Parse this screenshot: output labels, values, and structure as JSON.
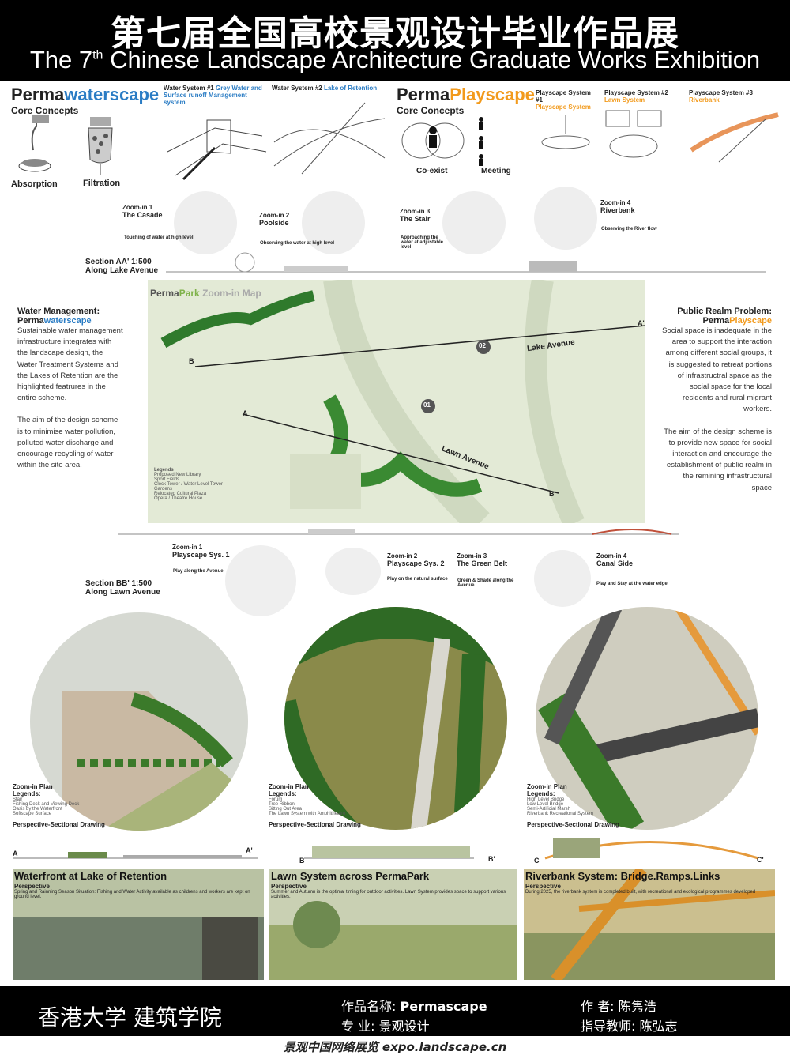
{
  "header": {
    "title_zh": "第七届全国高校景观设计毕业作品展",
    "title_en_pre": "The 7",
    "title_en_sup": "th",
    "title_en_post": " Chinese Landscape Architecture Graduate Works Exhibition"
  },
  "water": {
    "brand_a": "Perma",
    "brand_b": "waterscape",
    "core": "Core Concepts",
    "absorption": "Absorption",
    "filtration": "Filtration",
    "sys1_title": "Water System #1",
    "sys1_sub": "Grey Water and Surface runoff Management system",
    "sys2_title": "Water System #2",
    "sys2_sub": "Lake of Retention"
  },
  "play": {
    "brand_a": "Perma",
    "brand_b": "Playscape",
    "core": "Core Concepts",
    "coexist": "Co-exist",
    "meeting": "Meeting",
    "sys1_title": "Playscape System #1",
    "sys1_sub": "Playscape System",
    "sys2_title": "Playscape System #2",
    "sys2_sub": "Lawn System",
    "sys3_title": "Playscape System #3",
    "sys3_sub": "Riverbank"
  },
  "zoomA": [
    {
      "n": "Zoom-in 1",
      "t": "The Casade",
      "d": "Touching of water at high level"
    },
    {
      "n": "Zoom-in 2",
      "t": "Poolside",
      "d": "Observing the water at high level"
    },
    {
      "n": "Zoom-in 3",
      "t": "The Stair",
      "d": "Approaching the water at adjustable level"
    },
    {
      "n": "Zoom-in 4",
      "t": "Riverbank",
      "d": "Observing the River flow"
    }
  ],
  "sectionAA": {
    "line1": "Section AA' 1:500",
    "line2": "Along Lake Avenue"
  },
  "map": {
    "title_a": "Perma",
    "title_b": "Park",
    "title_c": " Zoom-in Map",
    "lake_avenue": "Lake Avenue",
    "lawn_avenue": "Lawn Avenue",
    "n01": "01",
    "n02": "02",
    "A": "A",
    "A1": "A'",
    "B": "B",
    "B1": "B'",
    "legend_title": "Legends",
    "legends": [
      "Proposed New Library",
      "Sport Fields",
      "Clock Tower / Water Level Tower",
      "Gardens",
      "Relocated Cultural Plaza",
      "Opera / Theatre House"
    ]
  },
  "left_text": {
    "h1": "Water Management:",
    "h2a": "Perma",
    "h2b": "waterscape",
    "p1": "Sustainable water management infrastructure integrates with the landscape design, the Water Treatment Systems and the Lakes of Retention are the highlighted featrures in the entire scheme.",
    "p2": "The aim of the design scheme is to minimise water pollution, polluted water discharge and encourage recycling of water within the site area."
  },
  "right_text": {
    "h1": "Public Realm Problem:",
    "h2a": "Perma",
    "h2b": "Playscape",
    "p1": "Social space is inadequate in the area to support the interaction among different social groups, it is suggested to retreat portions of infrastructral space as the social space for the local residents and rural migrant workers.",
    "p2": "The aim of the design scheme is to provide new space for social interaction and encourage the establishment of public realm in the remining infrastructural space"
  },
  "zoomB": [
    {
      "n": "Zoom-in 1",
      "t": "Playscape Sys. 1",
      "d": "Play along the Avenue"
    },
    {
      "n": "Zoom-in 2",
      "t": "Playscape Sys. 2",
      "d": "Play on the natural surface"
    },
    {
      "n": "Zoom-in 3",
      "t": "The Green Belt",
      "d": "Green & Shade along the Avenue"
    },
    {
      "n": "Zoom-in 4",
      "t": "Canal Side",
      "d": "Play and Stay at the water edge"
    }
  ],
  "sectionBB": {
    "line1": "Section BB' 1:500",
    "line2": "Along Lawn Avenue"
  },
  "plans": [
    {
      "title": "Zoom-in Plan",
      "leg": "Legends:",
      "items": [
        "Stair",
        "Fishing Deck and Viewing Deck",
        "Oasis by the Waterfront",
        "Softscape Surface"
      ],
      "persp": "Perspective-Sectional Drawing",
      "s1": "A",
      "s2": "A'"
    },
    {
      "title": "Zoom-in Plan",
      "leg": "Legends:",
      "items": [
        "Forum",
        "Tree Ribbon",
        "Sitting Out Area",
        "The Lawn System with Amphitheatre"
      ],
      "persp": "Perspective-Sectional Drawing",
      "s1": "B",
      "s2": "B'"
    },
    {
      "title": "Zoom-in Plan",
      "leg": "Legends:",
      "items": [
        "High Level Bridge",
        "Low Level Bridge",
        "Semi-Artificial Marsh",
        "Riverbank Recreational System"
      ],
      "persp": "Perspective-Sectional Drawing",
      "s1": "C",
      "s2": "C'"
    }
  ],
  "panels": [
    {
      "title": "Waterfront at Lake of Retention",
      "sub": "Perspective",
      "desc": "Spring and Rainning Season Situation: Fishing and Water Activity available as childrens and workers are kept on ground level."
    },
    {
      "title": "Lawn System across PermaPark",
      "sub": "Perspective",
      "desc": "Summer and Autumn is the optimal timing for outdoor activities. Lawn System provides space to support various activities."
    },
    {
      "title": "Riverbank System: Bridge.Ramps.Links",
      "sub": "Perspective",
      "desc": "During 2025, the riverbank system is completed built, with recreational and ecological programmes developed"
    }
  ],
  "footer": {
    "university": "香港大学  建筑学院",
    "work_label": "作品名称:",
    "work_value": "Permascape",
    "major_label": "专      业:",
    "major_value": "景观设计",
    "author_label": "作      者:",
    "author_value": "陈隽浩",
    "advisor_label": "指导教师:",
    "advisor_value": "陈弘志",
    "credit": "景观中国网络展览  expo.landscape.cn"
  },
  "colors": {
    "water": "#2a7cc4",
    "play": "#f29a1c",
    "park": "#7fb24a"
  }
}
